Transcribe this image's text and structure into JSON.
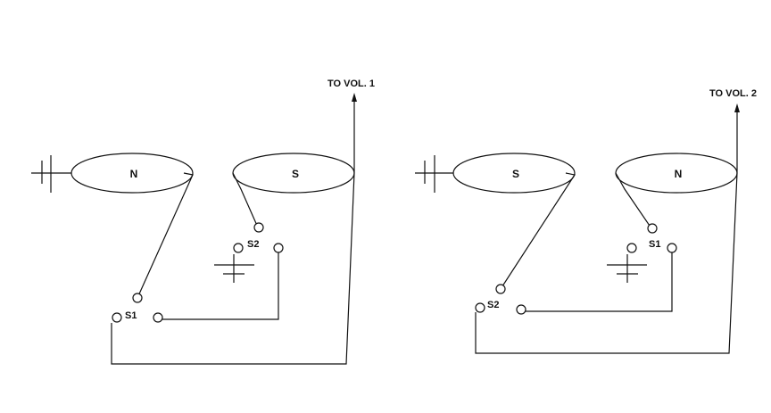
{
  "diagrams": [
    {
      "coil_left": "N",
      "coil_right": "S",
      "switch_upper": "S2",
      "switch_lower": "S1",
      "output": "TO VOL. 1"
    },
    {
      "coil_left": "S",
      "coil_right": "N",
      "switch_upper": "S1",
      "switch_lower": "S2",
      "output": "TO VOL. 2"
    }
  ],
  "colors": {
    "line": "#111111",
    "background": "#ffffff"
  }
}
